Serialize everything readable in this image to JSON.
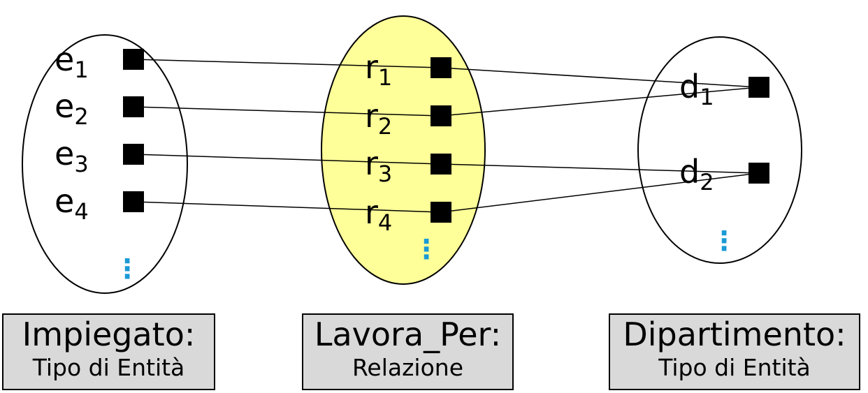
{
  "colors": {
    "relation_fill": "#ffff99",
    "entity_fill": "#ffffff",
    "caption_fill": "#d9d9d9",
    "dots": "#1a9ad6"
  },
  "sets": {
    "impiegato": {
      "elements": [
        {
          "base": "e",
          "sub": "1"
        },
        {
          "base": "e",
          "sub": "2"
        },
        {
          "base": "e",
          "sub": "3"
        },
        {
          "base": "e",
          "sub": "4"
        }
      ],
      "ellipsis": "⋮"
    },
    "lavora_per": {
      "elements": [
        {
          "base": "r",
          "sub": "1"
        },
        {
          "base": "r",
          "sub": "2"
        },
        {
          "base": "r",
          "sub": "3"
        },
        {
          "base": "r",
          "sub": "4"
        }
      ],
      "ellipsis": "⋮"
    },
    "dipartimento": {
      "elements": [
        {
          "base": "d",
          "sub": "1"
        },
        {
          "base": "d",
          "sub": "2"
        }
      ],
      "ellipsis": "⋮"
    }
  },
  "links": [
    {
      "from": "e1",
      "to": "r1"
    },
    {
      "from": "e2",
      "to": "r2"
    },
    {
      "from": "e3",
      "to": "r3"
    },
    {
      "from": "e4",
      "to": "r4"
    },
    {
      "from": "r1",
      "to": "d1"
    },
    {
      "from": "r2",
      "to": "d1"
    },
    {
      "from": "r3",
      "to": "d2"
    },
    {
      "from": "r4",
      "to": "d2"
    }
  ],
  "captions": {
    "impiegato": {
      "title": "Impiegato:",
      "subtitle": "Tipo di Entità"
    },
    "lavora_per": {
      "title": "Lavora_Per:",
      "subtitle": "Relazione"
    },
    "dipartimento": {
      "title": "Dipartimento:",
      "subtitle": "Tipo di Entità"
    }
  }
}
